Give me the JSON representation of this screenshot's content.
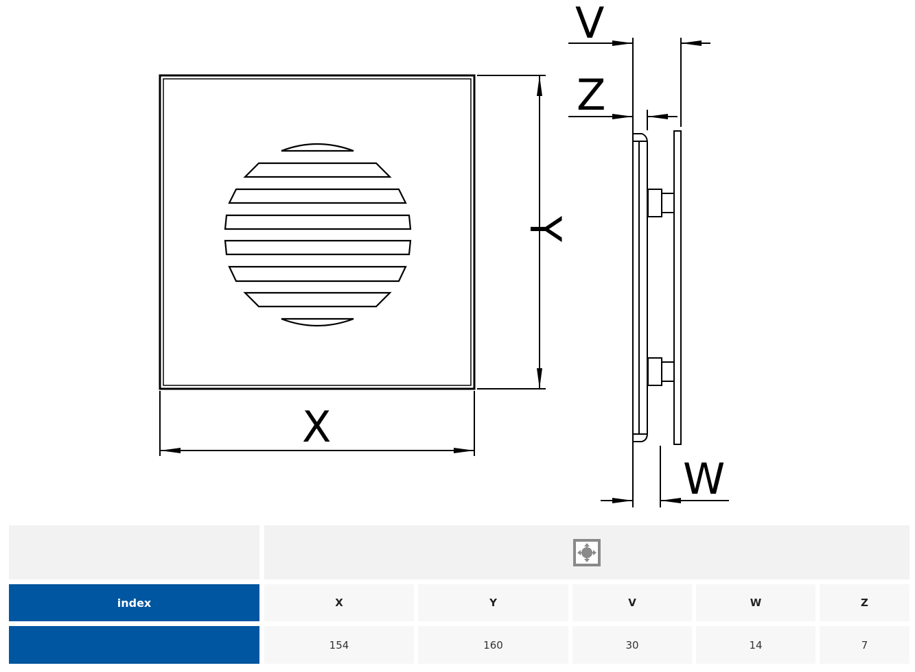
{
  "drawing": {
    "labels": {
      "x": "X",
      "y": "Y",
      "v": "V",
      "z": "Z",
      "w": "W"
    }
  },
  "table": {
    "header_icon": "dimensions-icon",
    "index_label": "index",
    "columns": [
      "X",
      "Y",
      "V",
      "W",
      "Z"
    ],
    "rows": [
      {
        "index": "",
        "values": [
          "154",
          "160",
          "30",
          "14",
          "7"
        ]
      }
    ]
  },
  "colors": {
    "accent": "#0056a0",
    "header_bg": "#f2f2f2",
    "cell_bg": "#f7f7f7",
    "icon": "#8a8a8a"
  }
}
